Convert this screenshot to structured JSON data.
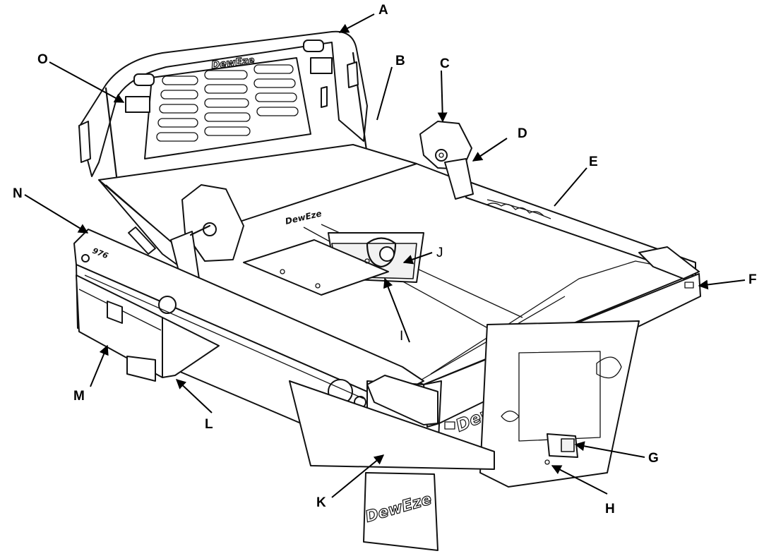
{
  "brand": {
    "logo_text": "DewEze"
  },
  "callouts": [
    {
      "id": "A",
      "label": "A"
    },
    {
      "id": "B",
      "label": "B"
    },
    {
      "id": "C",
      "label": "C"
    },
    {
      "id": "D",
      "label": "D"
    },
    {
      "id": "E",
      "label": "E"
    },
    {
      "id": "F",
      "label": "F"
    },
    {
      "id": "G",
      "label": "G"
    },
    {
      "id": "H",
      "label": "H"
    },
    {
      "id": "I",
      "label": "I"
    },
    {
      "id": "J",
      "label": "J"
    },
    {
      "id": "K",
      "label": "K"
    },
    {
      "id": "L",
      "label": "L"
    },
    {
      "id": "M",
      "label": "M"
    },
    {
      "id": "N",
      "label": "N"
    },
    {
      "id": "O",
      "label": "O"
    }
  ]
}
